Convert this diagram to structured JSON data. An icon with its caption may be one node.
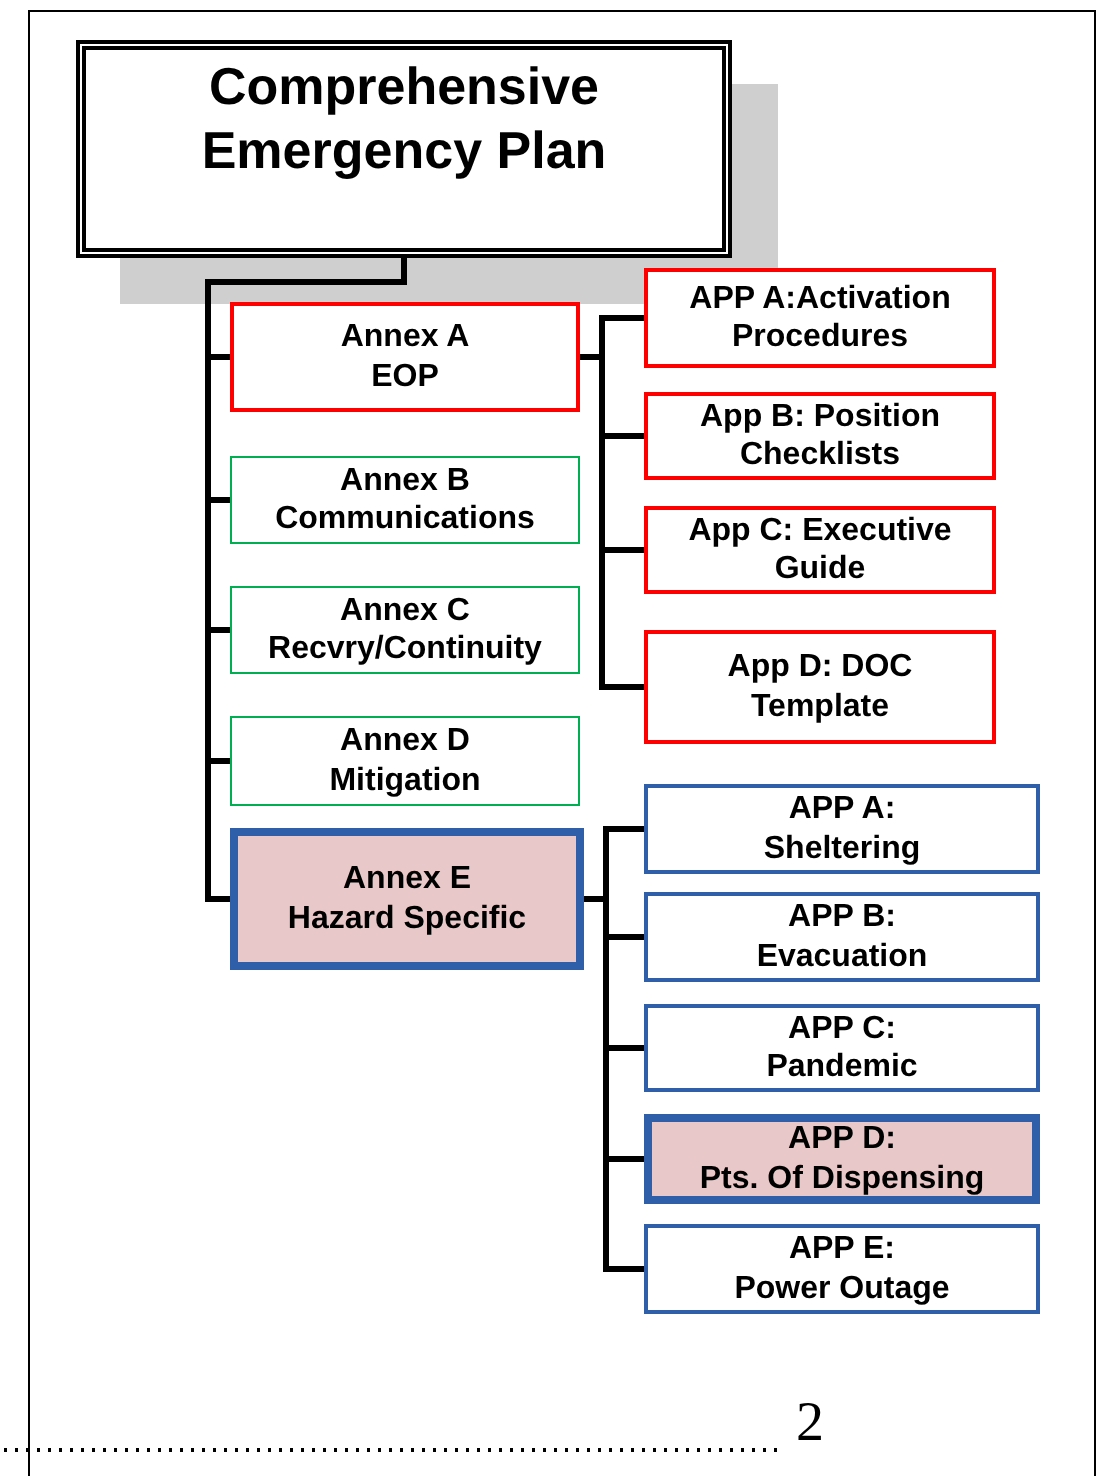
{
  "diagram": {
    "nodes": [
      {
        "text": [
          "Comprehensive Emergency Plan"
        ]
      },
      {
        "text": [
          "Annex A EOP"
        ]
      },
      {
        "text": [
          "Annex B Communications"
        ]
      },
      {
        "text": [
          "Annex C Recvry/Continuity"
        ]
      },
      {
        "text": [
          "Annex D Mitigation"
        ]
      },
      {
        "text": [
          "Annex E Hazard Specific"
        ]
      },
      {
        "text": [
          "APP A:Activation Procedures"
        ]
      },
      {
        "text": [
          "App B: Position Checklists"
        ]
      },
      {
        "text": [
          "App C: Executive Guide"
        ]
      },
      {
        "text": [
          "App D: DOC Template"
        ]
      },
      {
        "text": [
          "APP A: Sheltering"
        ]
      },
      {
        "text": [
          "APP B: Evacuation"
        ]
      },
      {
        "text": [
          "APP C: Pandemic"
        ]
      },
      {
        "text": [
          "APP D: Pts. Of Dispensing"
        ]
      },
      {
        "text": [
          "APP E: Power Outage"
        ]
      }
    ],
    "edges": [
      {
        "from": 0,
        "to": 1,
        "arrow": "none"
      },
      {
        "from": 0,
        "to": 2,
        "arrow": "none"
      },
      {
        "from": 0,
        "to": 3,
        "arrow": "none"
      },
      {
        "from": 0,
        "to": 4,
        "arrow": "none"
      },
      {
        "from": 0,
        "to": 5,
        "arrow": "none"
      },
      {
        "from": 1,
        "to": 6,
        "arrow": "none"
      },
      {
        "from": 1,
        "to": 7,
        "arrow": "none"
      },
      {
        "from": 1,
        "to": 8,
        "arrow": "none"
      },
      {
        "from": 1,
        "to": 9,
        "arrow": "none"
      },
      {
        "from": 5,
        "to": 10,
        "arrow": "none"
      },
      {
        "from": 5,
        "to": 11,
        "arrow": "none"
      },
      {
        "from": 5,
        "to": 12,
        "arrow": "none"
      },
      {
        "from": 5,
        "to": 13,
        "arrow": "none"
      },
      {
        "from": 5,
        "to": 14,
        "arrow": "none"
      }
    ],
    "labels": [
      "2"
    ]
  }
}
